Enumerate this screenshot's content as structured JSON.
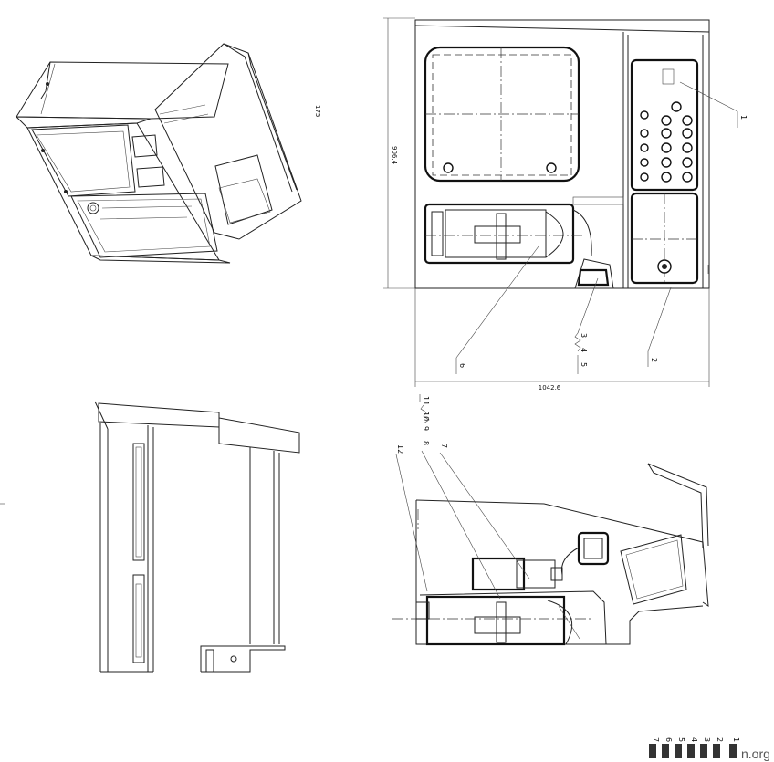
{
  "dimensions": {
    "iso_height": "175",
    "front_height": "906.4",
    "front_width": "1042.6"
  },
  "balloons_front": [
    "1",
    "2",
    "3",
    "4",
    "5",
    "6"
  ],
  "balloons_section": [
    "11",
    "10",
    "9",
    "8",
    "7",
    "12"
  ],
  "legend_numbers": [
    "1",
    "2",
    "3",
    "4",
    "5",
    "6",
    "7"
  ],
  "watermark": "n.org"
}
